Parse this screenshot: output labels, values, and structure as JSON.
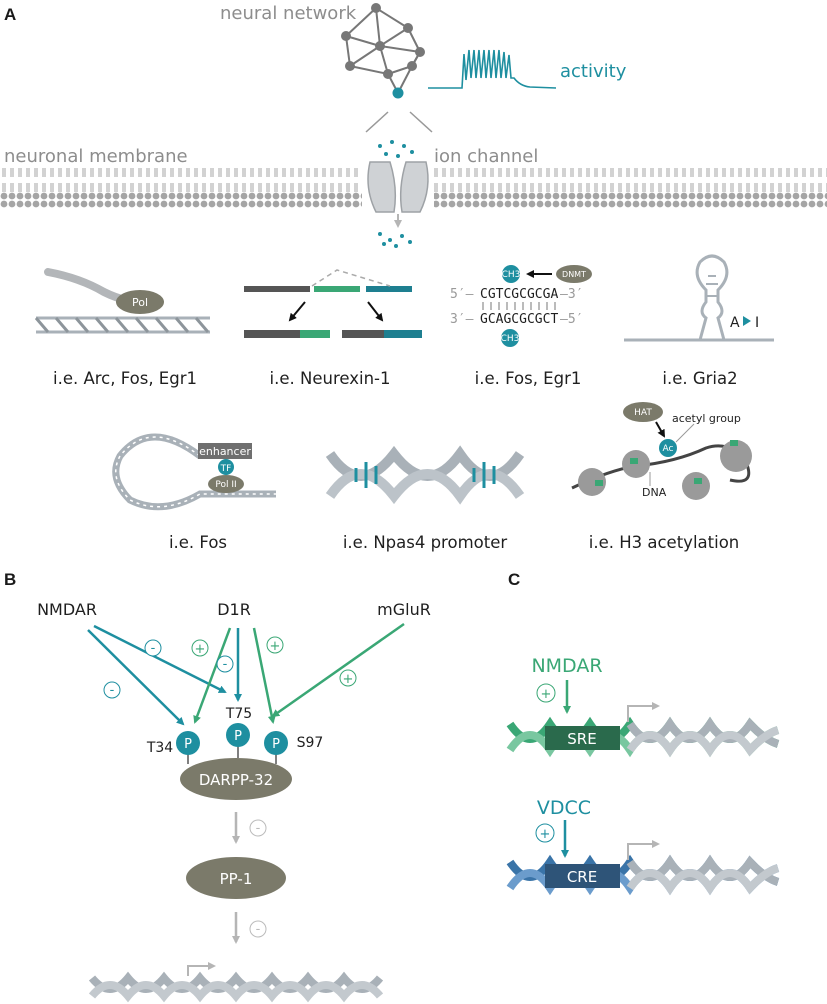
{
  "panels": {
    "a": "A",
    "b": "B",
    "c": "C"
  },
  "panel_a": {
    "neural_network": "neural network",
    "activity": "activity",
    "neuronal_membrane": "neuronal membrane",
    "ion_channel": "ion channel",
    "row1": {
      "pol": "Pol",
      "caption1": "i.e. Arc, Fos, Egr1",
      "caption2": "i.e. Neurexin-1",
      "ch3_top": "CH3",
      "dnmt": "DNMT",
      "seq_top_5": "5′–",
      "seq_top": "CGTCGCGCGA",
      "seq_top_3": "–3′",
      "seq_bot_3": "3′–",
      "seq_bot": "GCAGCGCGCT",
      "seq_bot_5": "–5′",
      "ch3_bot": "CH3",
      "caption3": "i.e. Fos, Egr1",
      "editing_a": "A",
      "editing_i": "I",
      "caption4": "i.e. Gria2"
    },
    "row2": {
      "enhancer": "enhancer",
      "tf": "TF",
      "pol2": "Pol II",
      "caption1": "i.e. Fos",
      "caption2": "i.e. Npas4 promoter",
      "hat": "HAT",
      "acetyl_group": "acetyl group",
      "ac": "Ac",
      "dna": "DNA",
      "caption3": "i.e. H3 acetylation"
    }
  },
  "panel_b": {
    "nmdar": "NMDAR",
    "d1r": "D1R",
    "mglur": "mGluR",
    "t34": "T34",
    "t75": "T75",
    "s97": "S97",
    "p": "P",
    "darpp": "DARPP-32",
    "pp1": "PP-1",
    "plus": "+",
    "minus": "-"
  },
  "panel_c": {
    "nmdar": "NMDAR",
    "sre": "SRE",
    "vdcc": "VDCC",
    "cre": "CRE",
    "plus": "+"
  },
  "colors": {
    "teal": "#1e8fa0",
    "green": "#3aa775",
    "dark_green": "#2a6a4c",
    "gray_ellipse": "#7b7a6a",
    "helix_gray": "#a9b1b8",
    "blue": "#3a74a8",
    "dark_blue": "#2e5478"
  }
}
